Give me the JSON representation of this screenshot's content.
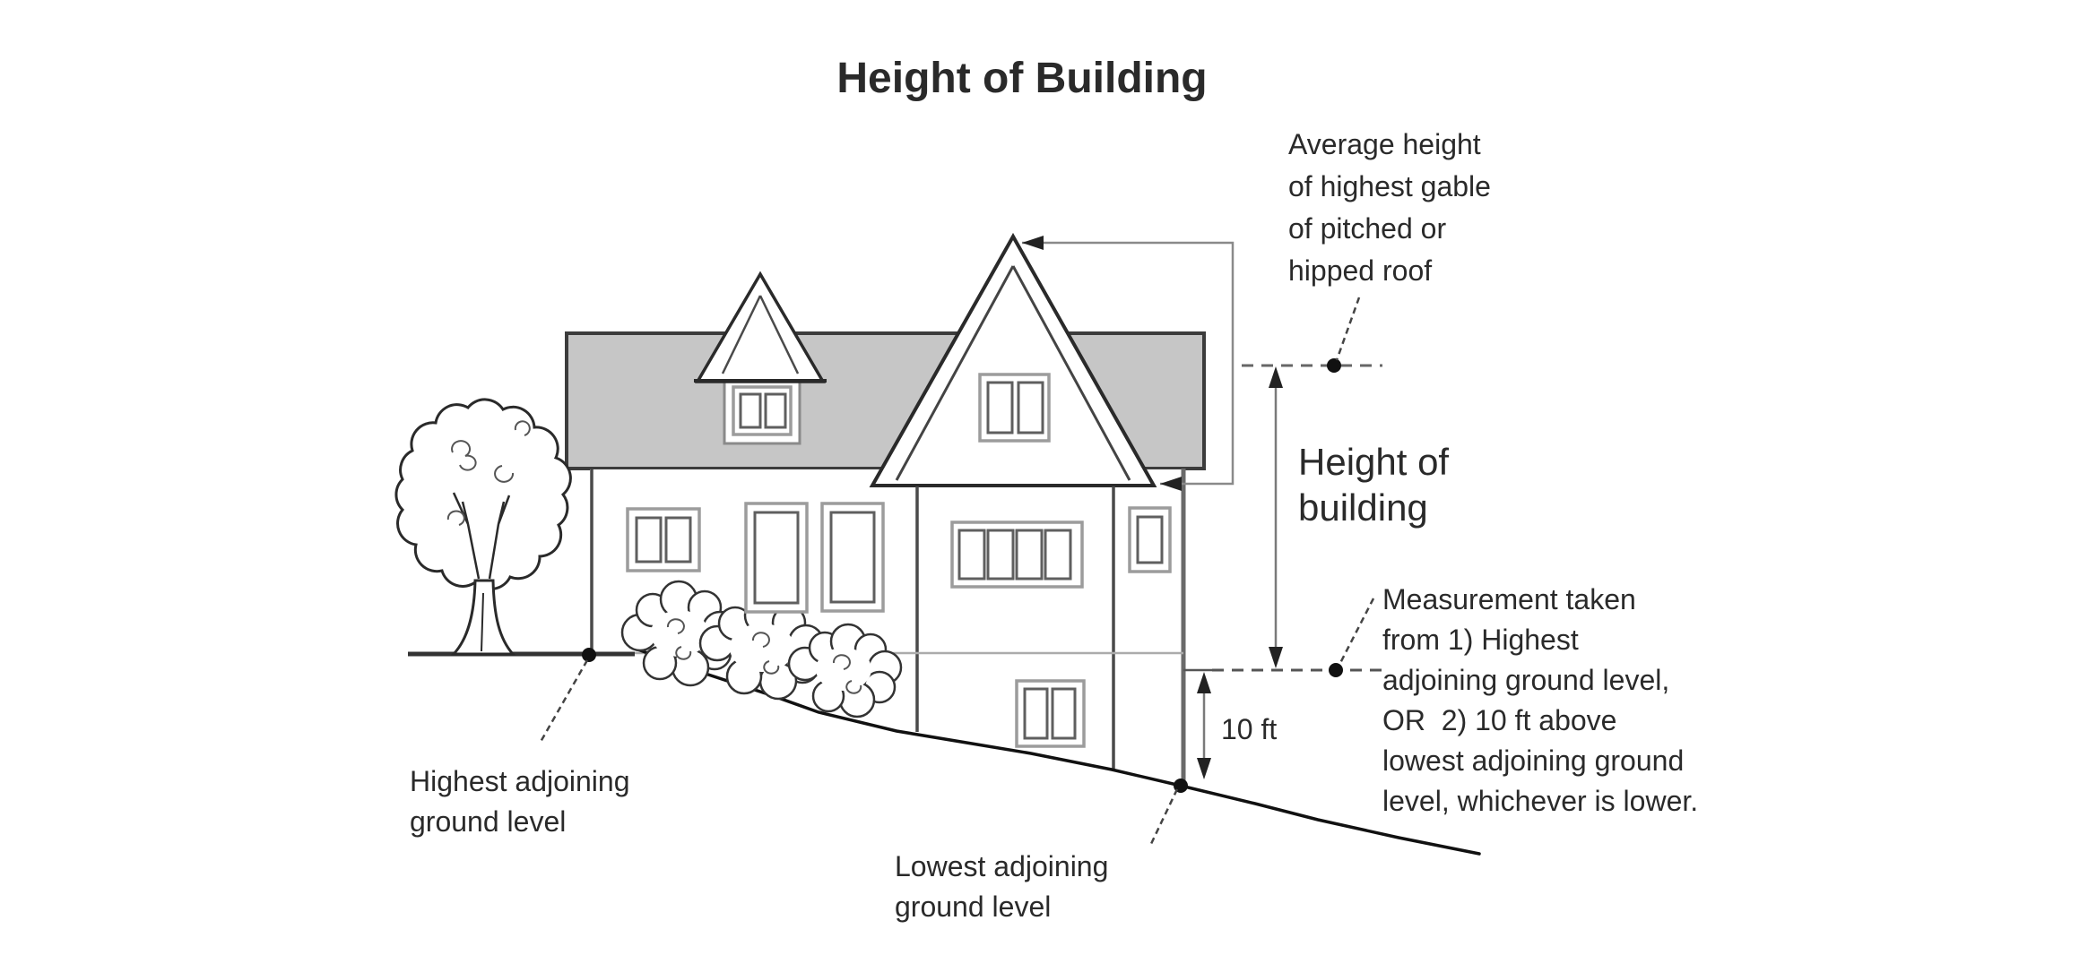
{
  "title": "Height of Building",
  "labels": {
    "avg_gable": {
      "lines": [
        "Average height",
        "of highest gable",
        "of pitched or",
        "hipped roof"
      ]
    },
    "height_of_building": {
      "lines": [
        "Height of",
        "building"
      ]
    },
    "measurement": {
      "lines": [
        "Measurement taken",
        "from 1) Highest",
        "adjoining ground level,",
        "OR  2) 10 ft above",
        "lowest adjoining ground",
        "level, whichever is lower."
      ]
    },
    "highest_ground": {
      "lines": [
        "Highest adjoining",
        "ground level"
      ]
    },
    "lowest_ground": {
      "lines": [
        "Lowest adjoining",
        "ground level"
      ]
    },
    "ten_ft": "10 ft"
  },
  "colors": {
    "roof_fill": "#c6c6c6",
    "roof_border": "#3c3c3c",
    "line_dark": "#2a2a2a",
    "wall_gray": "#4a4a4a",
    "dimension_gray": "#7a7a7a",
    "bracket_gray": "#8a8a8a",
    "ground_light": "#ababab",
    "text": "#2a2a2a",
    "background": "#ffffff"
  }
}
